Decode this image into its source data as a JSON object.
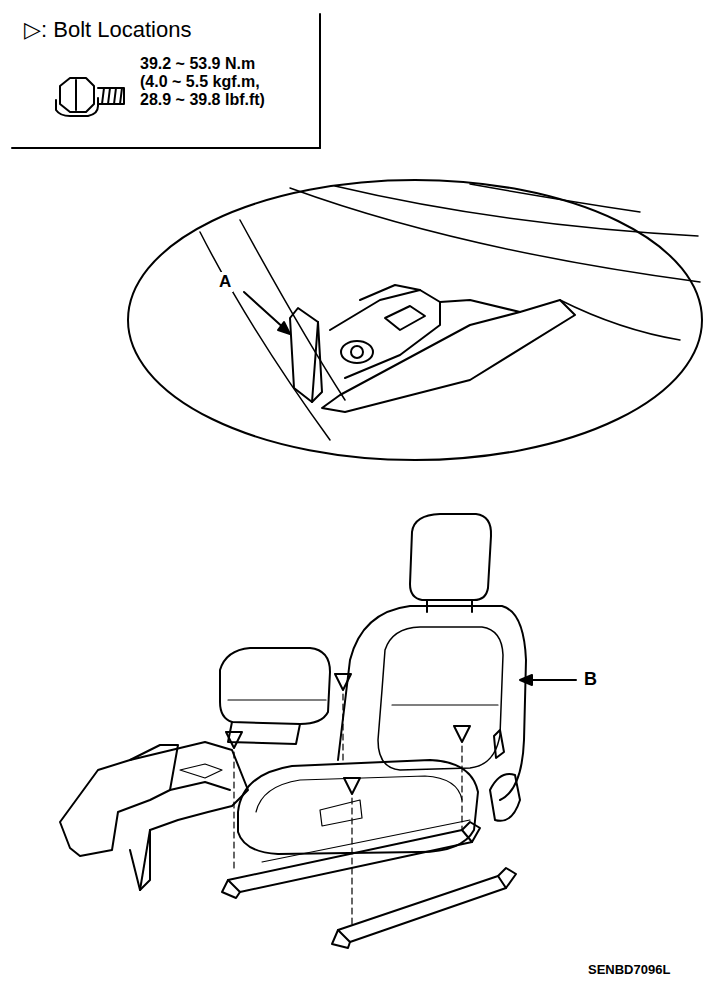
{
  "diagram": {
    "nodes": [
      {
        "text": [
          "▷: Bolt Locations",
          "39.2 ~ 53.9 N.m (4.0 ~ 5.5 kgf.m, 28.9 ~ 39.8 lbf.ft)"
        ]
      }
    ],
    "labels": [
      "A",
      "B",
      "SENBD7096L"
    ]
  }
}
